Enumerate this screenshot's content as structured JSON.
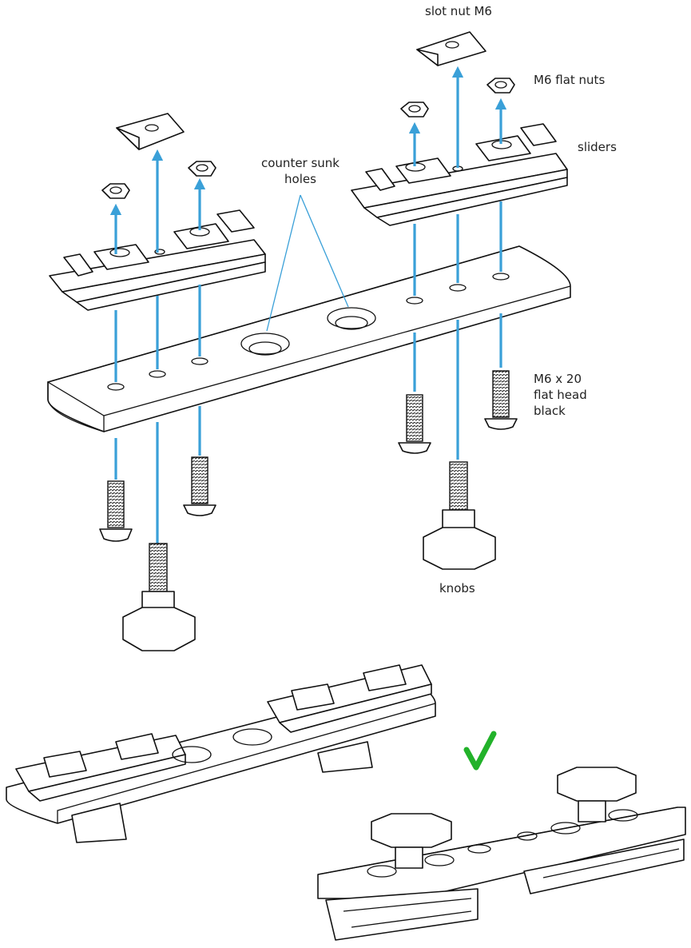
{
  "diagram": {
    "labels": {
      "slot_nut": "slot nut M6",
      "flat_nuts": "M6 flat nuts",
      "sliders": "sliders",
      "countersunk_line1": "counter sunk",
      "countersunk_line2": "holes",
      "screw_line1": "M6 x 20",
      "screw_line2": "flat head",
      "screw_line3": "black",
      "knobs": "knobs"
    },
    "colors": {
      "arrow": "#3aa0d8",
      "check": "#22b22a",
      "line": "#111111"
    },
    "icons": [
      "checkmark-icon"
    ]
  }
}
